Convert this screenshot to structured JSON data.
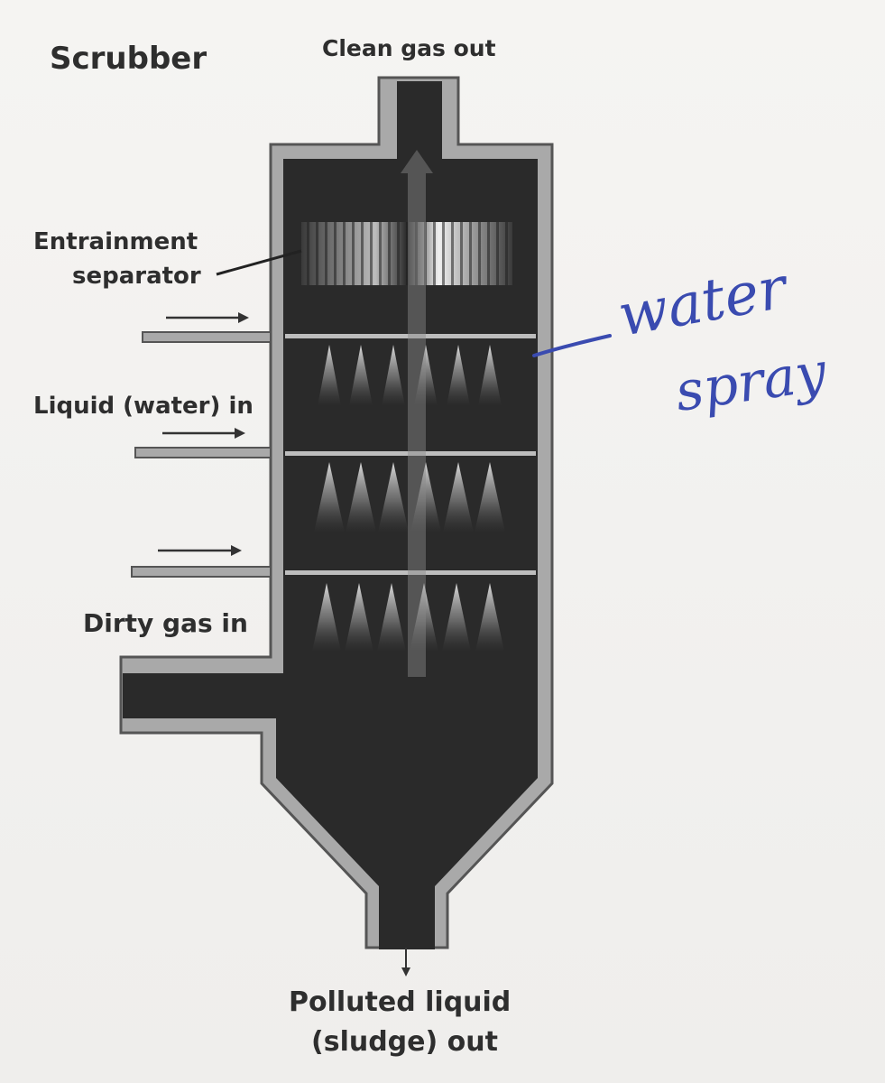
{
  "title": "Scrubber",
  "labels": {
    "clean_gas_out": "Clean gas out",
    "entrainment_line1": "Entrainment",
    "entrainment_line2": "separator",
    "liquid_in": "Liquid (water) in",
    "dirty_gas_in": "Dirty gas in",
    "polluted_line1": "Polluted liquid",
    "polluted_line2": "(sludge) out"
  },
  "annotation": {
    "line1": "water",
    "line2": "spray",
    "color": "#3a4bb0"
  },
  "colors": {
    "vessel_interior": "#2a2a2a",
    "vessel_wall": "#8a8a8a",
    "text": "#2e2e2e"
  }
}
